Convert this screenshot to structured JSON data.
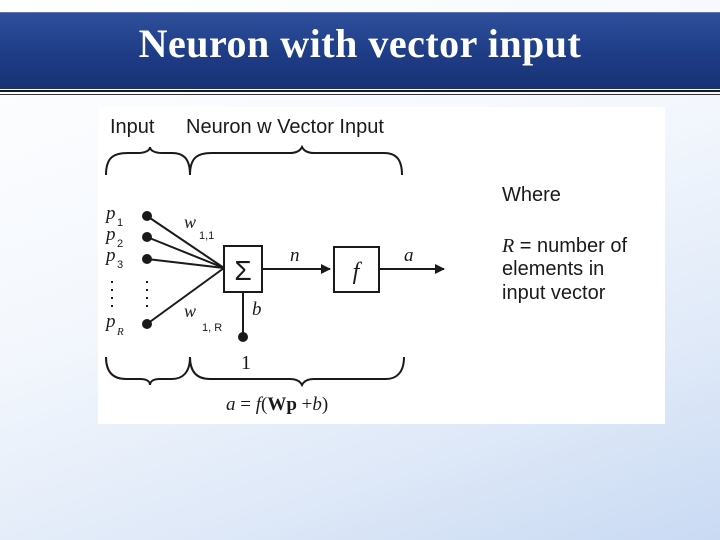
{
  "slide": {
    "title": "Neuron with vector input"
  },
  "diagram": {
    "input_header": "Input",
    "neuron_header": "Neuron w Vector Input",
    "inputs": {
      "p": "p",
      "sub1": "1",
      "sub2": "2",
      "sub3": "3",
      "subR": "R"
    },
    "weights": {
      "w": "w",
      "w_first_sub": "1,1",
      "w_last_sub": "1, R"
    },
    "sum_symbol": "Σ",
    "net_label": "n",
    "transfer_label": "f",
    "output_label": "a",
    "bias_label": "b",
    "bias_input": "1",
    "equation": {
      "a": "a",
      "eq": " = ",
      "f": "f",
      "open": "(",
      "Wp": "Wp",
      "plus": " +",
      "b": "b",
      "close": ")"
    },
    "legend": {
      "heading": "Where",
      "R": "R",
      "line1_rest": " = number of",
      "line2": "elements in",
      "line3": "input vector"
    }
  }
}
